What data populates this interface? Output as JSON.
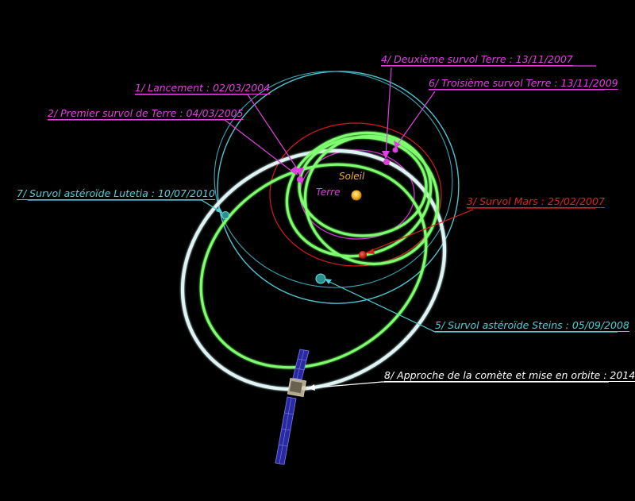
{
  "labels": {
    "launch": "1/ Lancement : 02/03/2004",
    "earth1": "2/ Premier survol de Terre : 04/03/2005",
    "mars": "3/ Survol Mars : 25/02/2007",
    "earth2": "4/ Deuxième survol Terre : 13/11/2007",
    "steins": "5/ Survol astéroïde Steins : 05/09/2008",
    "earth3": "6/ Troisième survol Terre : 13/11/2009",
    "lutetia": "7/ Survol astéroïde Lutetia : 10/07/2010",
    "comet": "8/ Approche de la comète et mise en orbite : 2014",
    "sun": "Soleil",
    "earth": "Terre"
  },
  "colors": {
    "background": "#000000",
    "earth_events": "#e040e0",
    "mars": "#e01818",
    "asteroids": "#50d0d8",
    "comet": "#ffffff",
    "sun": "#f0b020",
    "trajectory": "#7dff6e",
    "comet_orbit": "#dff4f4",
    "spacecraft_panels": "#2a2aa0"
  }
}
